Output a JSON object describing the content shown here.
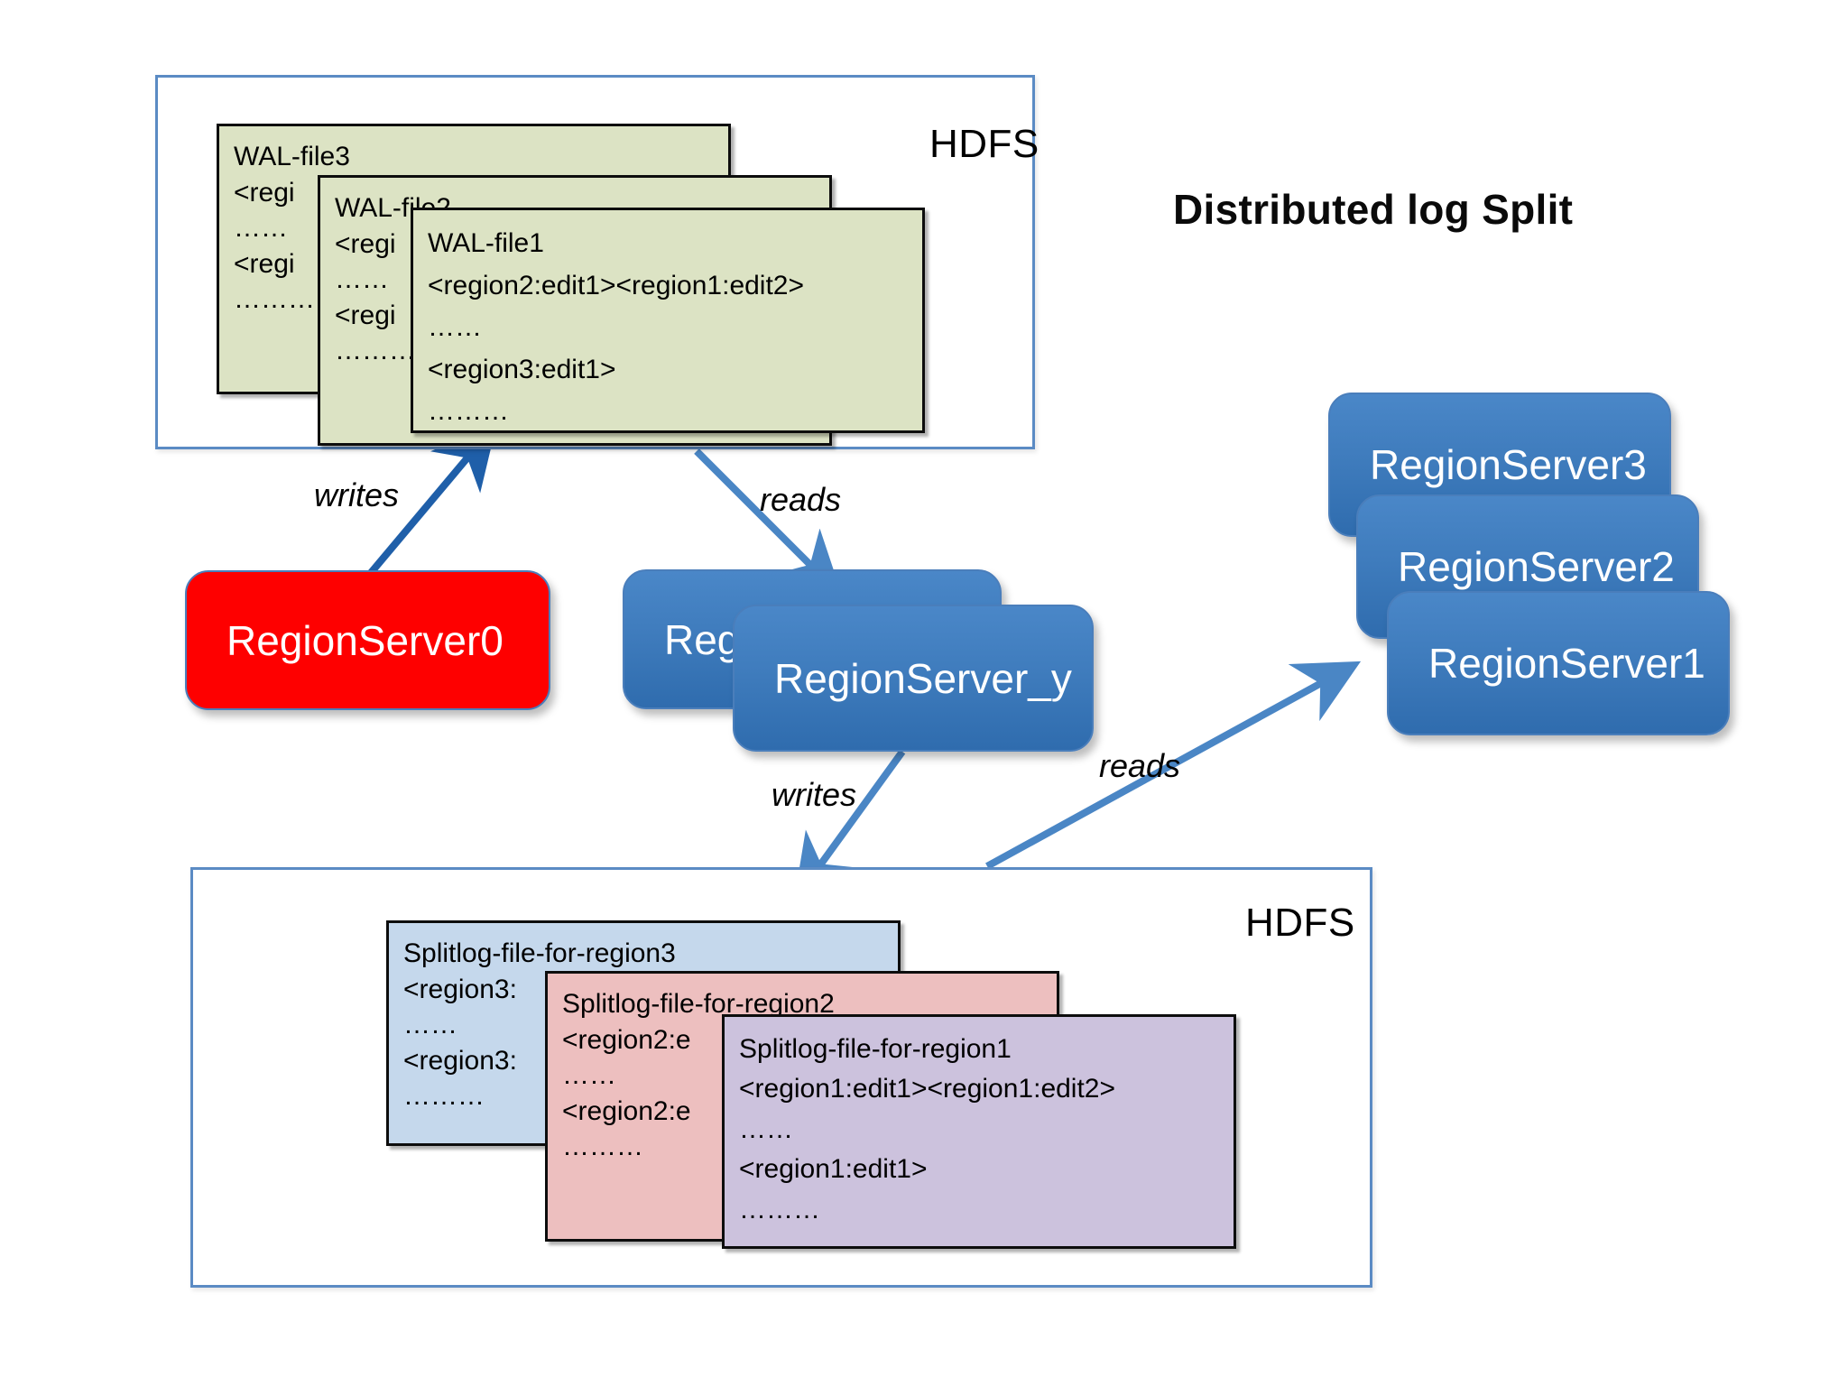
{
  "title": "Distributed log Split",
  "colors": {
    "container_border": "#5b8bc4",
    "wal_card": "#dce3c4",
    "splitlog_region3": "#c5d8ec",
    "splitlog_region2": "#edbfbf",
    "splitlog_region1": "#ccc2dd",
    "server_blue": "#3f7cbd",
    "server_red": "#fe0000",
    "arrow_dark": "#1f5fa9",
    "arrow_light": "#4a86c5"
  },
  "hdfs_top": {
    "label": "HDFS",
    "files": [
      {
        "name": "WAL-file3",
        "lines": [
          "WAL-file3",
          "<regi",
          "……",
          "<regi",
          "………"
        ]
      },
      {
        "name": "WAL-file2",
        "lines": [
          "WAL-file2",
          "<regi",
          "……",
          "<regi",
          "………"
        ]
      },
      {
        "name": "WAL-file1",
        "lines": [
          "WAL-file1",
          "<region2:edit1><region1:edit2>",
          "……",
          "<region3:edit1>",
          "………"
        ]
      }
    ]
  },
  "hdfs_bottom": {
    "label": "HDFS",
    "files": [
      {
        "name": "Splitlog-file-for-region3",
        "lines": [
          "Splitlog-file-for-region3",
          "<region3:",
          "……",
          "<region3:",
          "………"
        ]
      },
      {
        "name": "Splitlog-file-for-region2",
        "lines": [
          "Splitlog-file-for-region2",
          "<region2:e",
          "……",
          "<region2:e",
          "………"
        ]
      },
      {
        "name": "Splitlog-file-for-region1",
        "lines": [
          "Splitlog-file-for-region1",
          "<region1:edit1><region1:edit2>",
          "……",
          "<region1:edit1>",
          "………"
        ]
      }
    ]
  },
  "servers": {
    "failed": {
      "label": "RegionServer0"
    },
    "splitters": [
      {
        "label": "Reg"
      },
      {
        "label": "RegionServer_y"
      }
    ],
    "targets": [
      {
        "label": "RegionServer3"
      },
      {
        "label": "RegionServer2"
      },
      {
        "label": "RegionServer1"
      }
    ]
  },
  "arrows": {
    "writes_top": "writes",
    "reads_top": "reads",
    "writes_bottom": "writes",
    "reads_bottom": "reads"
  }
}
